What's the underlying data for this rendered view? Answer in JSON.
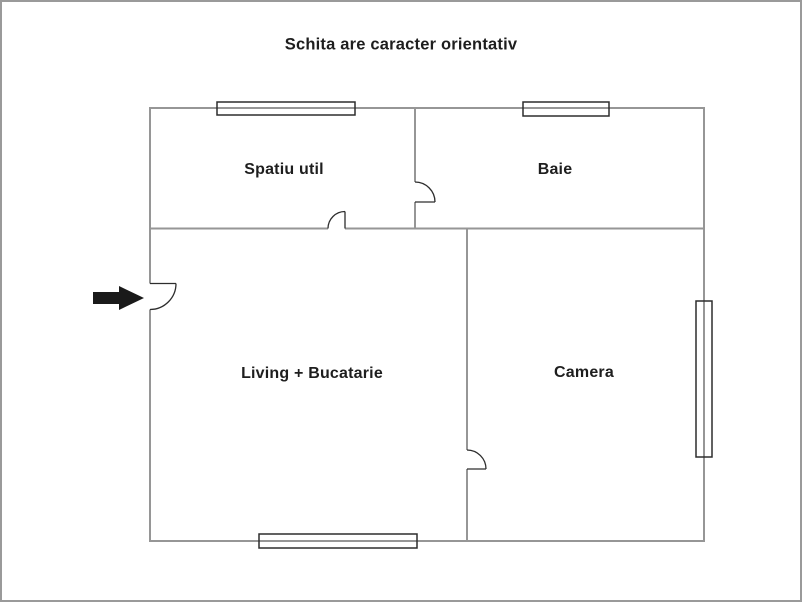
{
  "title": "Schita are caracter orientativ",
  "rooms": {
    "spatiu_util": {
      "label": "Spatiu util"
    },
    "baie": {
      "label": "Baie"
    },
    "living_bucatarie": {
      "label": "Living + Bucatarie"
    },
    "camera": {
      "label": "Camera"
    }
  },
  "icons": {
    "entrance_arrow": "right-arrow"
  },
  "colors": {
    "wall": "#969696",
    "fixture": "#2d2d2d",
    "arrow": "#1a1a1a",
    "text": "#1e1e1e",
    "page_border": "#9a9a9a",
    "background": "#ffffff"
  }
}
